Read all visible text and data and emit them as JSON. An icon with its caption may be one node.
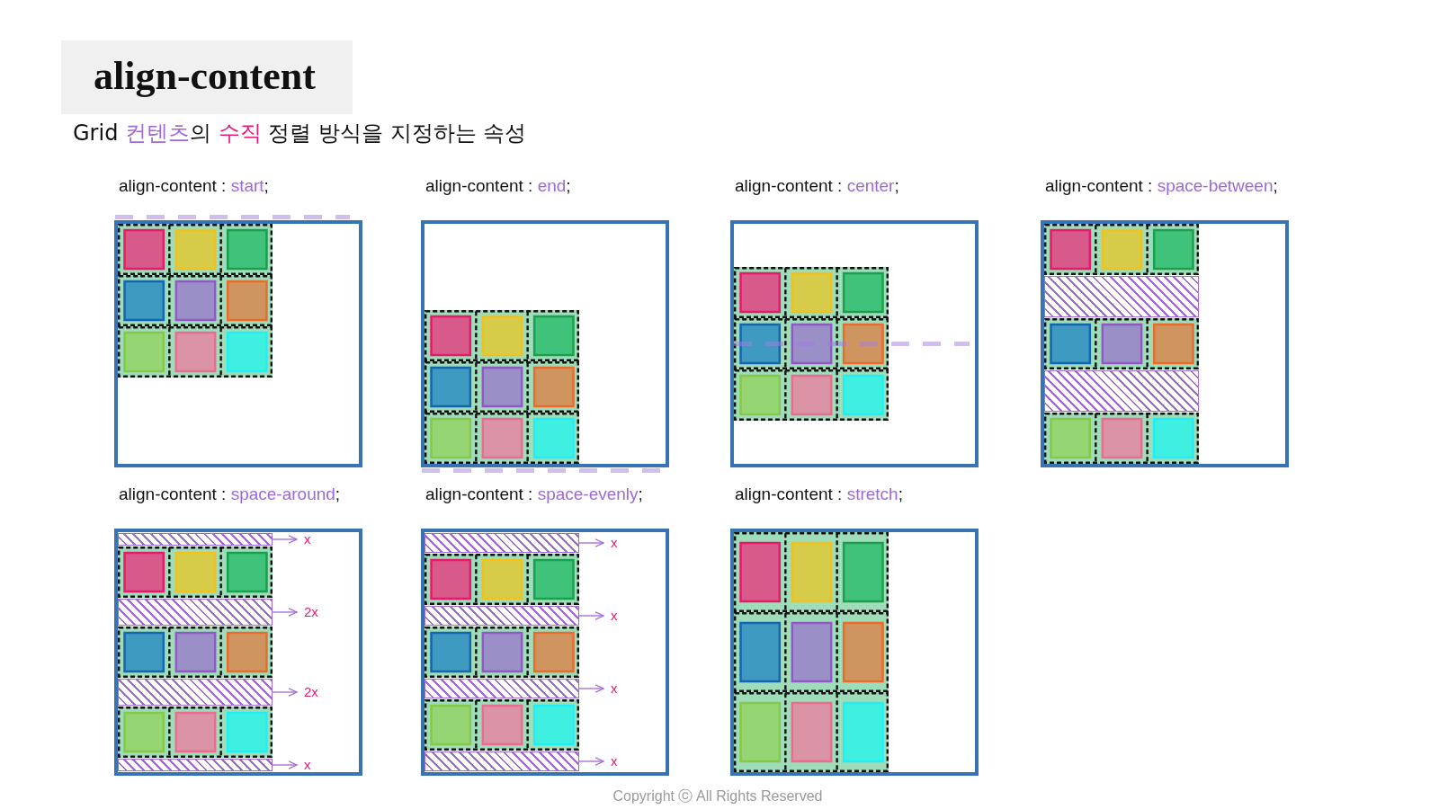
{
  "diagram": {
    "title": "align-content",
    "nodes": [
      {
        "text": [
          "align-content : start;"
        ]
      },
      {
        "text": [
          "align-content : end;"
        ]
      },
      {
        "text": [
          "align-content : center;"
        ]
      },
      {
        "text": [
          "align-content : space-between;"
        ]
      },
      {
        "text": [],
        "shape": "bar",
        "in": 3
      },
      {
        "text": [],
        "shape": "bar",
        "in": 3
      },
      {
        "text": [
          "align-content : space-around;"
        ]
      },
      {
        "text": [],
        "shape": "bar",
        "in": 6
      },
      {
        "text": [
          "x"
        ],
        "in": 6
      },
      {
        "text": [],
        "shape": "bar",
        "in": 6
      },
      {
        "text": [
          "2x"
        ],
        "in": 6
      },
      {
        "text": [],
        "shape": "bar",
        "in": 6
      },
      {
        "text": [
          "2x"
        ],
        "in": 6
      },
      {
        "text": [],
        "shape": "bar",
        "in": 6
      },
      {
        "text": [
          "x"
        ],
        "in": 6
      },
      {
        "text": [
          "align-content : space-evenly;"
        ]
      },
      {
        "text": [],
        "shape": "bar",
        "in": 15
      },
      {
        "text": [
          "x"
        ],
        "in": 15
      },
      {
        "text": [],
        "shape": "bar",
        "in": 15
      },
      {
        "text": [
          "x"
        ],
        "in": 15
      },
      {
        "text": [],
        "shape": "bar",
        "in": 15
      },
      {
        "text": [
          "x"
        ],
        "in": 15
      },
      {
        "text": [],
        "shape": "bar",
        "in": 15
      },
      {
        "text": [
          "x"
        ],
        "in": 15
      },
      {
        "text": [
          "align-content : stretch;"
        ]
      }
    ],
    "edges": [
      {
        "from": 7,
        "to": 8,
        "arrow": "to"
      },
      {
        "from": 9,
        "to": 10,
        "arrow": "to"
      },
      {
        "from": 11,
        "to": 12,
        "arrow": "to"
      },
      {
        "from": 13,
        "to": 14,
        "arrow": "to"
      },
      {
        "from": 16,
        "to": 17,
        "arrow": "to"
      },
      {
        "from": 18,
        "to": 19,
        "arrow": "to"
      },
      {
        "from": 20,
        "to": 21,
        "arrow": "to"
      },
      {
        "from": 22,
        "to": 23,
        "arrow": "to"
      }
    ],
    "labels": [
      "Grid 컨텐츠의 수직 정렬 방식을 지정하는 속성",
      "Copyright ⓒ All Rights Reserved"
    ]
  }
}
